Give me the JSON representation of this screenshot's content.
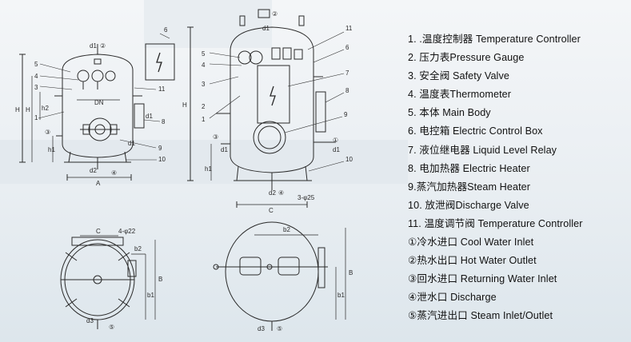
{
  "legend": [
    "1. .温度控制器 Temperature Controller",
    "2. 压力表Pressure Gauge",
    "3. 安全阀 Safety Valve",
    "4. 温度表Thermometer",
    "5. 本体 Main Body",
    "6. 电控箱 Electric Control Box",
    "7. 液位继电器 Liquid Level Relay",
    "8. 电加热器 Electric Heater",
    "9.蒸汽加热器Steam Heater",
    "10. 放泄阀Discharge Valve",
    "11. 温度调节阀 Temperature Controller",
    "①冷水进口 Cool Water Inlet",
    "②热水出口 Hot Water Outlet",
    "③回水进口 Returning Water Inlet",
    "④泄水口 Discharge",
    "⑤蒸汽进出口 Steam Inlet/Outlet"
  ],
  "labels": {
    "n1": "1",
    "n2": "2",
    "n3": "3",
    "n4": "4",
    "n5": "5",
    "n6": "6",
    "n7": "7",
    "n8": "8",
    "n9": "9",
    "n10": "10",
    "n11": "11",
    "c1": "①",
    "c2": "②",
    "c3": "③",
    "c4": "④",
    "c5": "⑤",
    "d1": "d1",
    "d2": "d2",
    "d3": "d3",
    "dn": "DN",
    "h": "H",
    "h1": "h1",
    "h2": "h2",
    "a": "A",
    "c": "C",
    "b": "B",
    "b1": "b1",
    "b2": "b2",
    "bolt4": "4-φ22",
    "bolt3": "3-φ25"
  },
  "colors": {
    "line": "#2a2a2a",
    "legend_text": "#111111"
  }
}
